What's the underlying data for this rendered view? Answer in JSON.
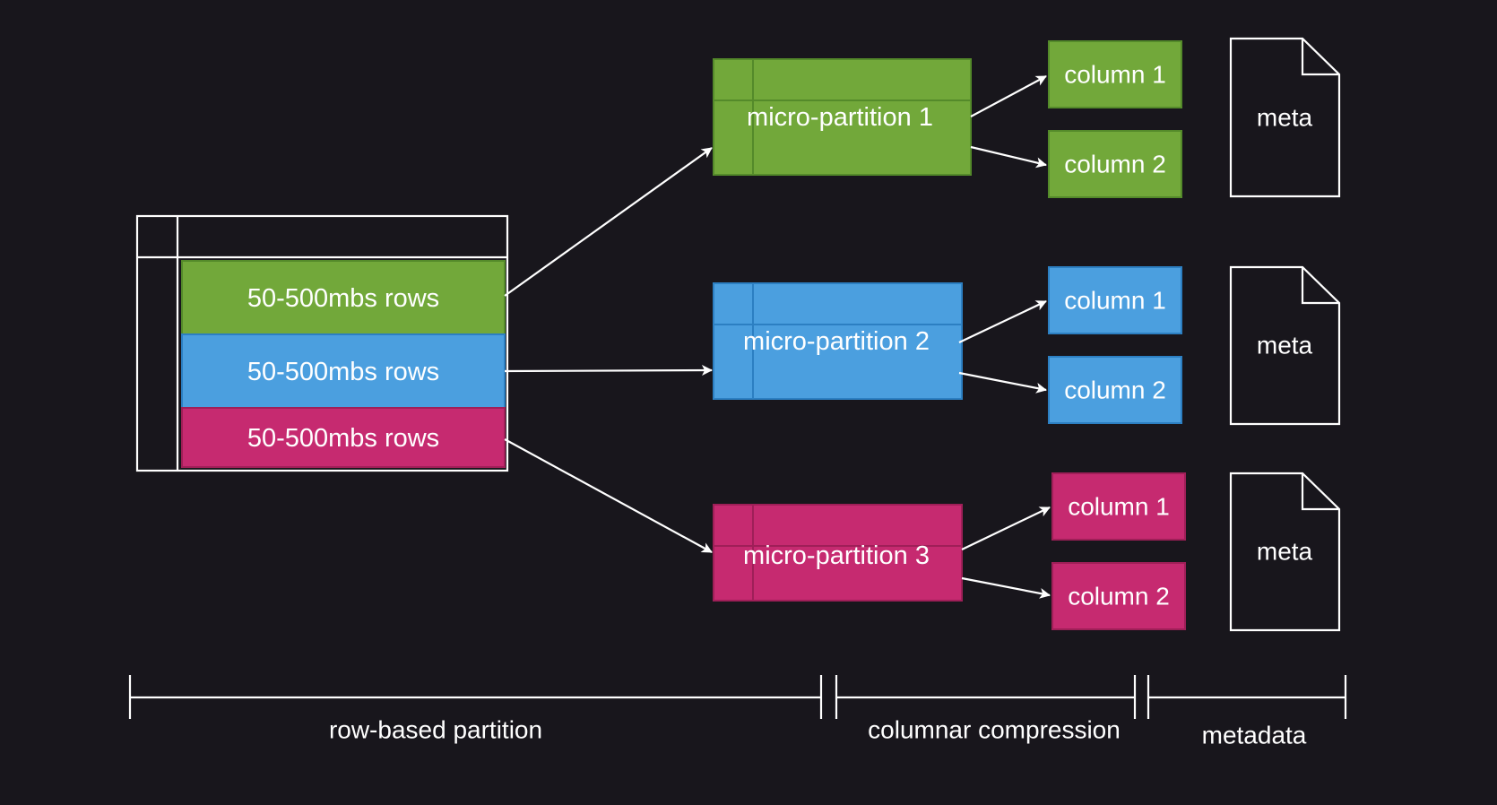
{
  "colors": {
    "background": "#18161c",
    "green_fill": "#72a83a",
    "green_stroke": "#548a2a",
    "blue_fill": "#4b9fdf",
    "blue_stroke": "#2c7fc2",
    "magenta_fill": "#c62a70",
    "magenta_stroke": "#9f1f58",
    "line": "#ffffff"
  },
  "source_table": {
    "rows": [
      {
        "label": "50-500mbs rows",
        "color": "green"
      },
      {
        "label": "50-500mbs rows",
        "color": "blue"
      },
      {
        "label": "50-500mbs rows",
        "color": "magenta"
      }
    ]
  },
  "micro_partitions": [
    {
      "label": "micro-partition 1",
      "color": "green",
      "columns": [
        "column 1",
        "column 2"
      ],
      "meta": "meta"
    },
    {
      "label": "micro-partition 2",
      "color": "blue",
      "columns": [
        "column 1",
        "column 2"
      ],
      "meta": "meta"
    },
    {
      "label": "micro-partition 3",
      "color": "magenta",
      "columns": [
        "column 1",
        "column 2"
      ],
      "meta": "meta"
    }
  ],
  "stages": [
    {
      "label": "row-based partition"
    },
    {
      "label": "columnar compression"
    },
    {
      "label": "metadata"
    }
  ]
}
